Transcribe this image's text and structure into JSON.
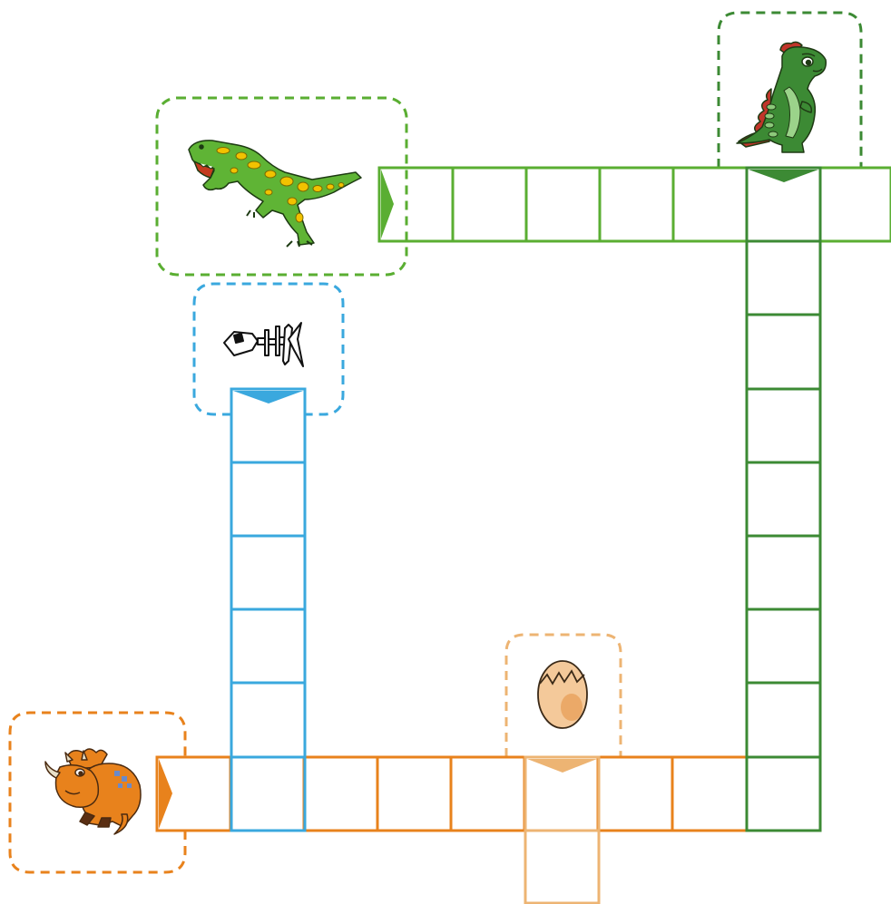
{
  "puzzle": {
    "type": "crossword-grid",
    "colors": {
      "lime": "#5AAE32",
      "dark_green": "#3C8A34",
      "blue": "#3AA8DE",
      "orange": "#E8821C",
      "peach": "#EDB473"
    },
    "words": [
      {
        "id": "tyrannosaurus",
        "picture": "tyrannosaurus-icon",
        "direction": "across",
        "cells": 7,
        "color": "lime"
      },
      {
        "id": "cartoon-dino",
        "picture": "cartoon-dinosaur-icon",
        "direction": "down",
        "cells": 9,
        "color": "dark_green"
      },
      {
        "id": "fossil",
        "picture": "fish-skeleton-icon",
        "direction": "down",
        "cells": 6,
        "color": "blue"
      },
      {
        "id": "triceratops",
        "picture": "triceratops-icon",
        "direction": "across",
        "cells": 8,
        "color": "orange"
      },
      {
        "id": "egg",
        "picture": "cracked-egg-icon",
        "direction": "down",
        "cells": 2,
        "color": "peach"
      }
    ]
  }
}
